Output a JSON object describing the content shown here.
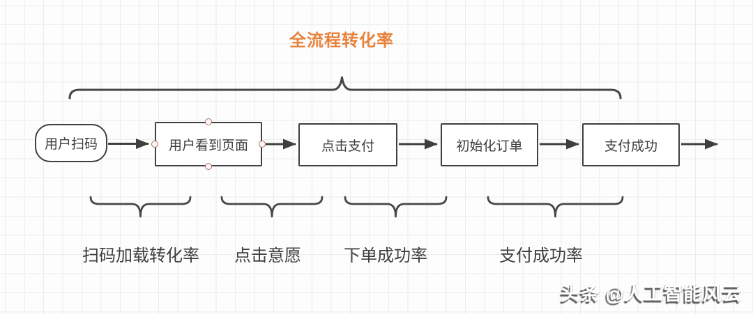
{
  "title": "全流程转化率",
  "flow": {
    "nodes": [
      {
        "label": "用户扫码",
        "shape": "rounded-rectangle"
      },
      {
        "label": "用户看到页面",
        "shape": "rectangle",
        "selected": true
      },
      {
        "label": "点击支付",
        "shape": "rectangle"
      },
      {
        "label": "初始化订单",
        "shape": "rectangle"
      },
      {
        "label": "支付成功",
        "shape": "rectangle"
      }
    ]
  },
  "metrics": [
    {
      "label": "扫码加载转化率"
    },
    {
      "label": "点击意愿"
    },
    {
      "label": "下单成功率"
    },
    {
      "label": "支付成功率"
    }
  ],
  "watermark": "头条 @人工智能风云",
  "colors": {
    "accent_orange": "#e8823c",
    "stroke_dark": "#3f3f3f",
    "handle_red": "#ab6d64",
    "grid_line": "#ececec",
    "text": "#3e3e3e"
  }
}
